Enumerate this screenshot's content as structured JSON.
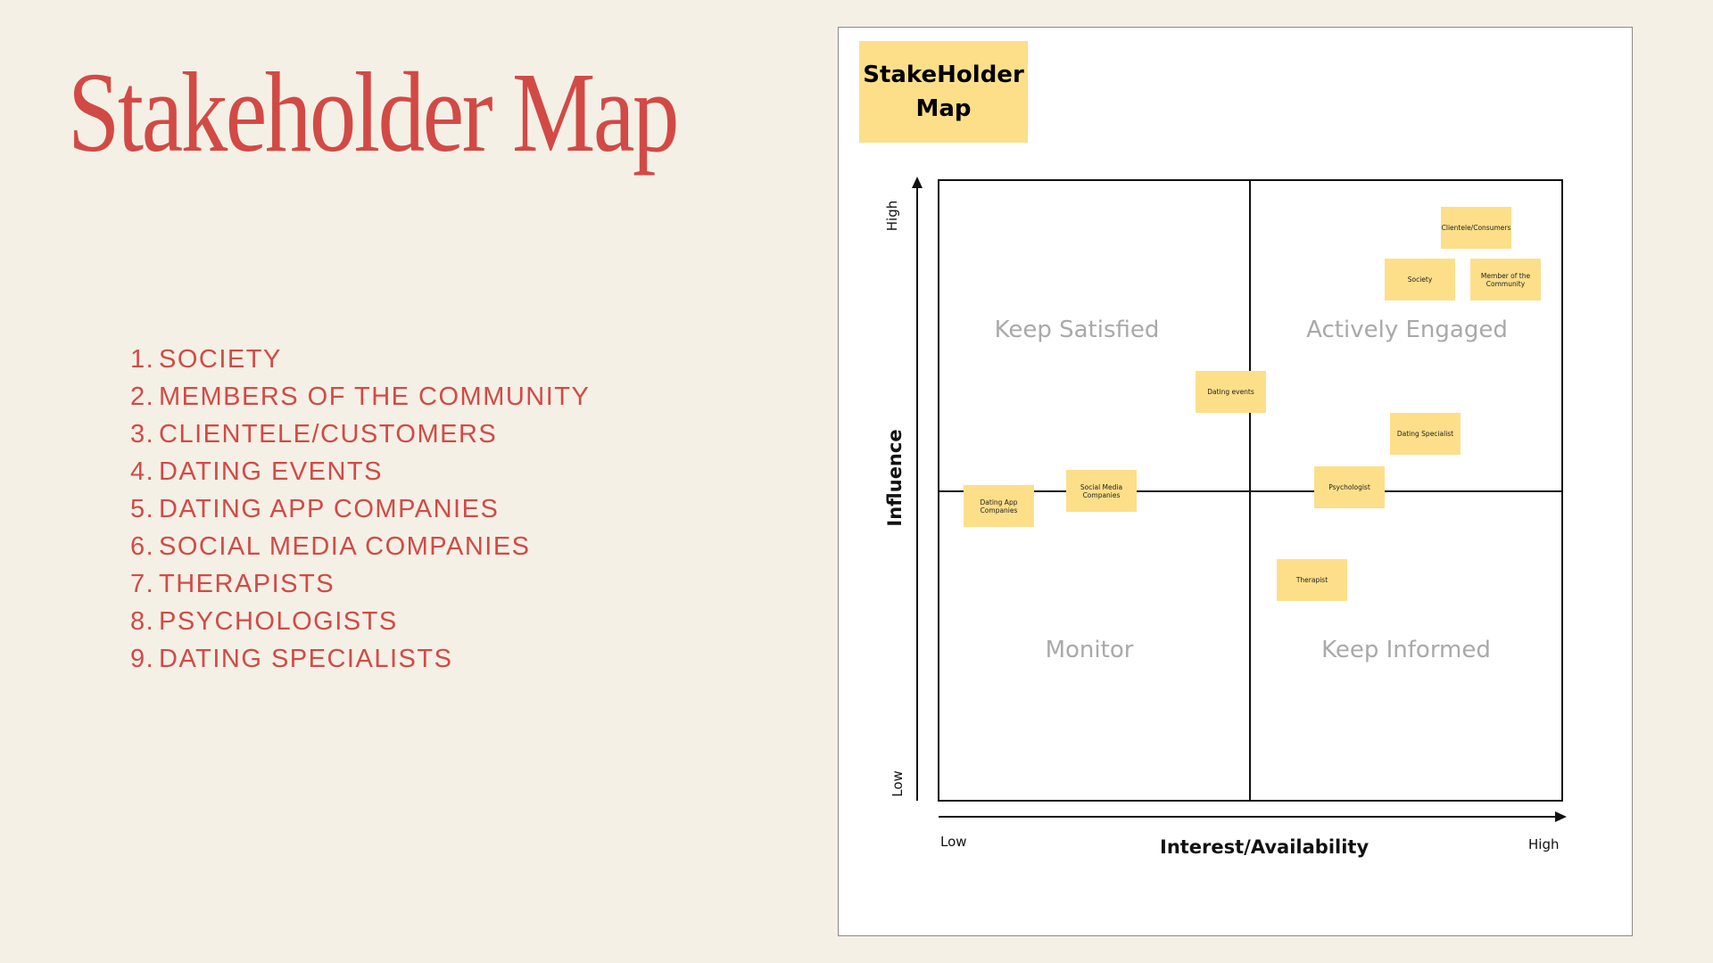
{
  "slide": {
    "title": "Stakeholder Map",
    "accent_color": "#d24a45",
    "list": [
      {
        "num": "1.",
        "text": "SOCIETY"
      },
      {
        "num": "2.",
        "text": "MEMBERS OF THE COMMUNITY"
      },
      {
        "num": "3.",
        "text": "CLIENTELE/CUSTOMERS"
      },
      {
        "num": "4.",
        "text": "DATING EVENTS"
      },
      {
        "num": "5.",
        "text": "DATING APP COMPANIES"
      },
      {
        "num": "6.",
        "text": "SOCIAL MEDIA COMPANIES"
      },
      {
        "num": "7.",
        "text": "THERAPISTS"
      },
      {
        "num": "8.",
        "text": "PSYCHOLOGISTS"
      },
      {
        "num": "9.",
        "text": "DATING SPECIALISTS"
      }
    ]
  },
  "map": {
    "title_line1": "StakeHolder",
    "title_line2": "Map",
    "sticky_color": "#fddf8a",
    "quadrants": {
      "top_left": "Keep Satisfied",
      "top_right": "Actively Engaged",
      "bottom_left": "Monitor",
      "bottom_right": "Keep Informed"
    },
    "y_axis": {
      "title": "Influence",
      "high": "High",
      "low": "Low"
    },
    "x_axis": {
      "title": "Interest/Availability",
      "low": "Low",
      "high": "High"
    },
    "notes": {
      "clientele": "Clientele/Consumers",
      "society": "Society",
      "member_community": "Member of the Community",
      "dating_events": "Dating events",
      "dating_specialist": "Dating Specialist",
      "psychologist": "Psychologist",
      "social_media": "Social Media Companies",
      "dating_app": "Dating App Companies",
      "therapist": "Therapist"
    }
  }
}
